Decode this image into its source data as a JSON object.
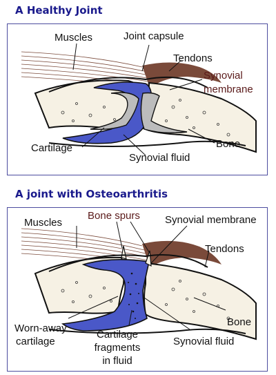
{
  "healthy": {
    "title": "A Healthy Joint",
    "labels": {
      "muscles": "Muscles",
      "joint_capsule": "Joint capsule",
      "tendons": "Tendons",
      "synovial_membrane_1": "Synovial",
      "synovial_membrane_2": "membrane",
      "cartilage": "Cartilage",
      "bone": "Bone",
      "synovial_fluid": "Synovial fluid"
    }
  },
  "osteo": {
    "title": "A joint with Osteoarthritis",
    "labels": {
      "muscles": "Muscles",
      "bone_spurs": "Bone spurs",
      "synovial_membrane": "Synovial membrane",
      "tendons": "Tendons",
      "bone": "Bone",
      "worn_away_1": "Worn-away",
      "worn_away_2": "cartilage",
      "fragments_1": "Cartilage",
      "fragments_2": "fragments",
      "fragments_3": "in fluid",
      "synovial_fluid": "Synovial fluid"
    }
  },
  "colors": {
    "title": "#1a1a8c",
    "border": "#4b4b9e",
    "fluid": "#4a58c8",
    "cartilage": "#bcbcbc",
    "bone": "#f6f1e4",
    "muscle": "#7a4a3a"
  }
}
